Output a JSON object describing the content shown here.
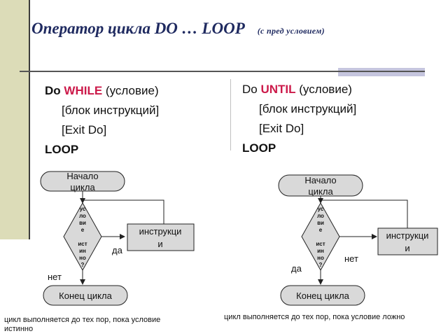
{
  "slide": {
    "title": "Оператор цикла DO … LOOP",
    "title_note": "(с пред условием)"
  },
  "while_block": {
    "line1_kw_do": "Do",
    "line1_kw": "WHILE",
    "line1_cond": "(условие)",
    "line2": "[блок инструкций]",
    "line3": "[Exit Do]",
    "line4": "LOOP"
  },
  "until_block": {
    "line1_kw_do": "Do",
    "line1_kw": "UNTIL",
    "line1_cond": "(условие)",
    "line2": "[блок инструкций]",
    "line3": "[Exit Do]",
    "line4": "LOOP"
  },
  "flow_while": {
    "start_line1": "Начало",
    "start_line2": "цикла",
    "diamond_lines": [
      "ус",
      "ло",
      "ви",
      "е",
      "",
      "ист",
      "ин",
      "но",
      "?"
    ],
    "process_line1": "инструкци",
    "process_line2": "и",
    "yes": "да",
    "no": "нет",
    "end": "Конец цикла"
  },
  "flow_until": {
    "start_line1": "Начало",
    "start_line2": "цикла",
    "diamond_lines": [
      "ус",
      "ло",
      "ви",
      "е",
      "",
      "ист",
      "ин",
      "но",
      "?"
    ],
    "process_line1": "инструкци",
    "process_line2": "и",
    "yes": "да",
    "no": "нет",
    "end": "Конец цикла"
  },
  "notes": {
    "while_note_line1": "цикл выполняется до тех пор, пока условие",
    "while_note_line2": "истинно",
    "until_note": "цикл выполняется до тех пор, пока условие ложно"
  },
  "colors": {
    "keyword": "#cc1a4a",
    "title": "#1f2a60",
    "shape_fill": "#d9d9d9",
    "band": "#dcdcb8",
    "accent_bar": "#c5c5de"
  }
}
